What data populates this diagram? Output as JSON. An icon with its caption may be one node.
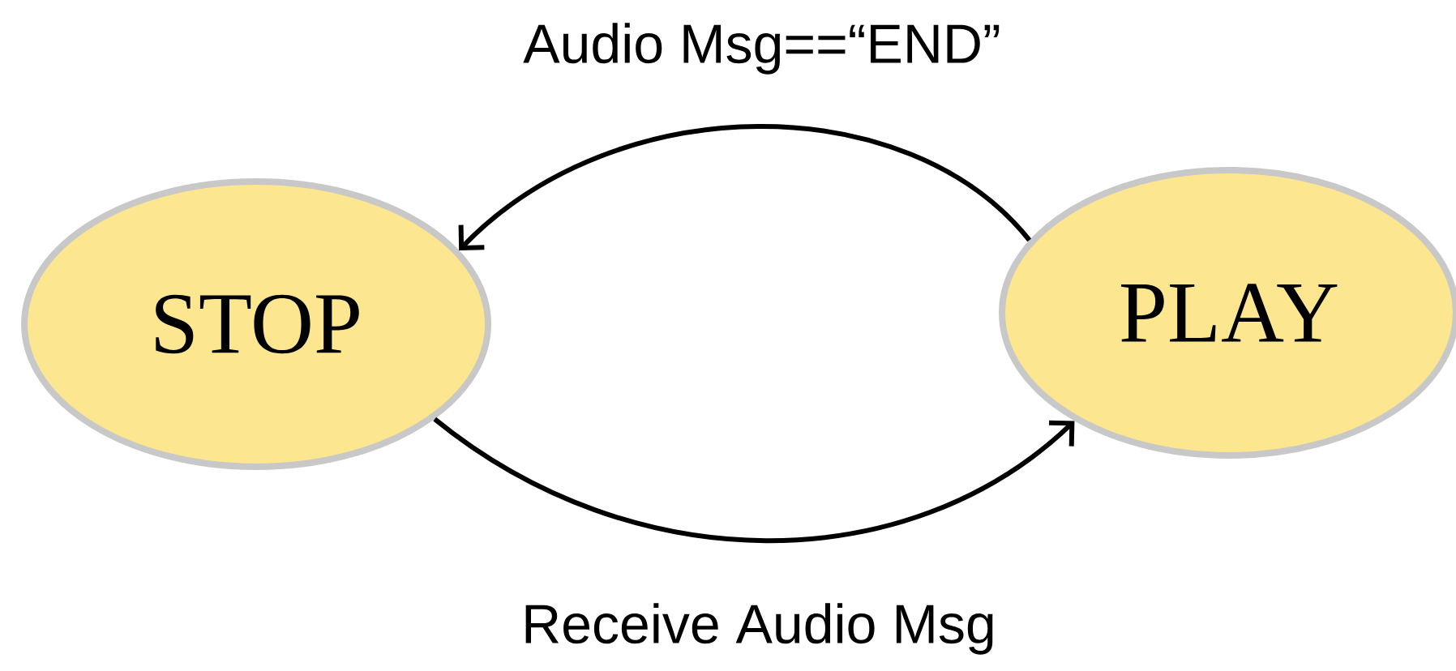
{
  "diagram": {
    "nodes": [
      {
        "text": [
          "STOP"
        ]
      },
      {
        "text": [
          "PLAY"
        ]
      }
    ],
    "edges": [
      {
        "from": 1,
        "to": 0,
        "arrow": "to",
        "label": "Audio Msg==“END”"
      },
      {
        "from": 0,
        "to": 1,
        "arrow": "to",
        "label": "Receive Audio Msg"
      }
    ]
  }
}
